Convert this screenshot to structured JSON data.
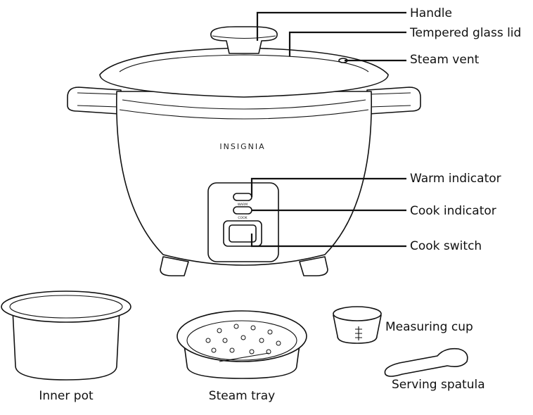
{
  "brand": "INSIGNIA",
  "panel": {
    "warm": "WARM",
    "cook": "COOK"
  },
  "callouts": {
    "handle": "Handle",
    "lid": "Tempered glass lid",
    "vent": "Steam vent",
    "warm": "Warm indicator",
    "cook": "Cook indicator",
    "switch": "Cook switch",
    "cup": "Measuring cup",
    "spatula": "Serving spatula"
  },
  "accessories": {
    "inner_pot": "Inner pot",
    "steam_tray": "Steam tray"
  }
}
